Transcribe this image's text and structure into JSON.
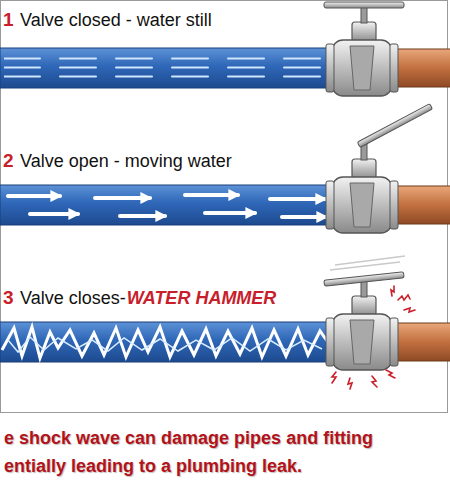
{
  "diagram": {
    "labels": [
      "1",
      "Valve closed - water still",
      "2",
      "Valve open - moving water",
      "3",
      "Valve closes-",
      "WATER HAMMER",
      "e shock wave can damage pipes and fitting",
      "entially leading to a plumbing leak."
    ]
  }
}
